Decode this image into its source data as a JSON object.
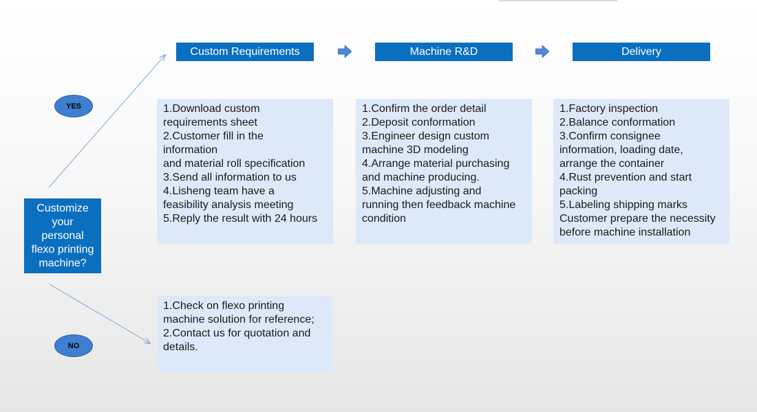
{
  "flow": {
    "steps": [
      {
        "title": "Custom Requirements",
        "items": [
          "1.Download custom",
          "requirements sheet",
          "2.Customer fill in the",
          "information",
          "and material roll specification",
          "3.Send all information to us",
          "4.Lisheng team have a",
          "feasibility analysis meeting",
          "5.Reply the result with 24 hours"
        ]
      },
      {
        "title": "Machine R&D",
        "items": [
          "1.Confirm the order detail",
          "2.Deposit conformation",
          "3.Engineer design custom",
          "machine 3D modeling",
          "4.Arrange material purchasing",
          "and machine producing.",
          "5.Machine adjusting and",
          "running then feedback machine",
          "condition"
        ]
      },
      {
        "title": "Delivery",
        "items": [
          "1.Factory inspection",
          "2.Balance conformation",
          "3.Confirm consignee",
          "information, loading date,",
          "arrange the container",
          "4.Rust prevention and start",
          "packing",
          "5.Labeling shipping marks",
          "Customer prepare the necessity",
          "before machine installation"
        ]
      }
    ],
    "question": [
      "Customize",
      "your",
      "personal",
      "flexo printing",
      "machine?"
    ],
    "yes_label": "YES",
    "no_label": "NO",
    "no_branch": {
      "items": [
        "1.Check on flexo printing",
        "machine solution for reference;",
        "2.Contact us for quotation and",
        "details."
      ]
    }
  },
  "colors": {
    "header_fill": "#0b6fc0",
    "box_fill": "#dde9f8",
    "oval_fill": "#3f7fcf",
    "arrow_fill": "#4f86d6",
    "connector": "#7ea6d8"
  }
}
